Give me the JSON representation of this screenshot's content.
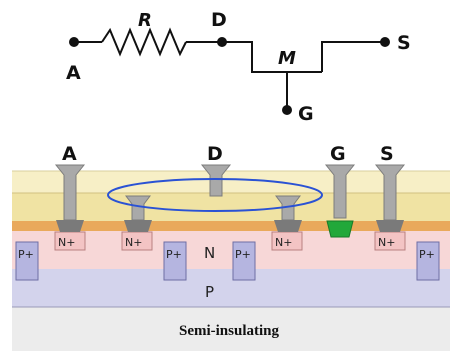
{
  "schematic": {
    "node_a": "A",
    "node_d": "D",
    "node_s": "S",
    "node_g": "G",
    "resistor": "R",
    "transistor": "M"
  },
  "cross_section": {
    "contacts": {
      "a": "A",
      "d": "D",
      "g": "G",
      "s": "S"
    },
    "regions": {
      "p_plus": "P+",
      "n_plus": "N+",
      "n": "N",
      "p": "P",
      "substrate": "Semi-insulating"
    }
  },
  "colors": {
    "wire": "#111111",
    "epi_top": "#f7efc6",
    "epi_mid": "#f0e3a3",
    "metal": "#e9a95b",
    "n_region": "#f7d7d7",
    "p_region": "#d3d3ec",
    "p_plus": "#b5b5e0",
    "n_plus": "#f3c4c4",
    "contact": "#9c9c9c",
    "gate": "#22a83a",
    "highlight_ellipse": "#2a52d4",
    "substrate": "#ececec"
  }
}
